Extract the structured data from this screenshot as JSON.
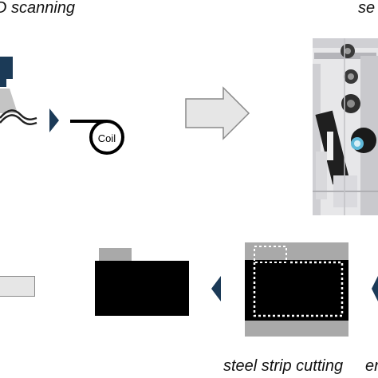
{
  "captions": {
    "scanning": "D scanning",
    "top_right": "se",
    "cutting": "steel strip cutting",
    "bottom_right": "er"
  },
  "coil_label": "Coil",
  "colors": {
    "dark_navy": "#1b3a57",
    "sensor_grey": "#c4c4c4",
    "arrow_fill": "#e6e6e6",
    "arrow_stroke": "#8a8a8a",
    "sheet_black": "#000000",
    "plate_grey": "#a9a9a9",
    "cut_line": "#ffffff"
  },
  "icons": {
    "direction_marker": "triangle-marker-icon",
    "process_flow": "block-arrow-icon",
    "coil": "coil-icon"
  }
}
